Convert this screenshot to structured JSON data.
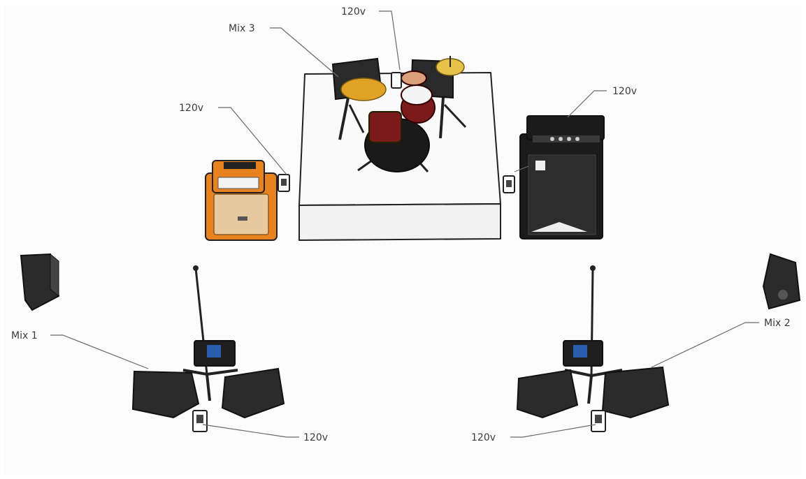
{
  "labels": {
    "mix3": "Mix 3",
    "mix1": "Mix 1",
    "mix2": "Mix 2",
    "power_top": "120v",
    "power_left": "120v",
    "power_right": "120v",
    "power_bottom_left": "120v",
    "power_bottom_right": "120v"
  },
  "colors": {
    "background": "#ffffff",
    "riser": "#f7f7f7",
    "guitar_amp": "#e8821e",
    "guitar_grill": "#e7c9a0",
    "bass_amp": "#1b1b1b",
    "drum_shell": "#7a1a1a",
    "cymbal": "#e0a326",
    "monitor": "#2b2b2b"
  }
}
